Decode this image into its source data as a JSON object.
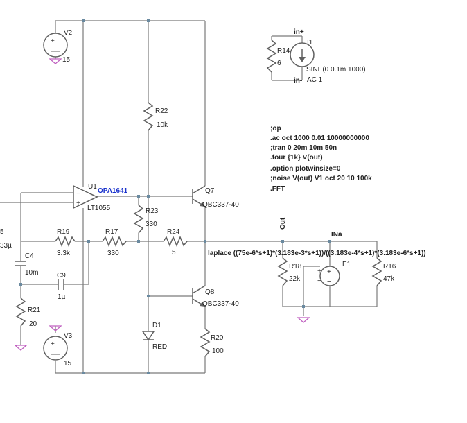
{
  "components": {
    "V2": {
      "name": "V2",
      "value": "15"
    },
    "V3": {
      "name": "V3",
      "value": "15"
    },
    "R22": {
      "name": "R22",
      "value": "10k"
    },
    "U1": {
      "name": "U1",
      "part": "OPA1641",
      "model": "LT1055"
    },
    "Q7": {
      "name": "Q7",
      "model": "QBC337-40"
    },
    "Q8": {
      "name": "Q8",
      "model": "QBC337-40"
    },
    "R23": {
      "name": "R23",
      "value": "330"
    },
    "R19": {
      "name": "R19",
      "value": "3.3k"
    },
    "R17": {
      "name": "R17",
      "value": "330"
    },
    "R24": {
      "name": "R24",
      "value": "5"
    },
    "C4": {
      "name": "C4",
      "value": "10m"
    },
    "C9": {
      "name": "C9",
      "value": "1µ"
    },
    "R21": {
      "name": "R21",
      "value": "20"
    },
    "D1": {
      "name": "D1",
      "value": "RED"
    },
    "R20": {
      "name": "R20",
      "value": "100"
    },
    "R14": {
      "name": "R14",
      "value": "6"
    },
    "I1": {
      "name": "I1",
      "value": "SINE(0 0.1m 1000)",
      "ac": "AC 1"
    },
    "R18": {
      "name": "R18",
      "value": "22k"
    },
    "R16": {
      "name": "R16",
      "value": "47k"
    },
    "E1": {
      "name": "E1",
      "node": "INa",
      "laplace": "laplace ((75e-6*s+1)*(3.183e-3*s+1))/((3.183e-4*s+1)*(3.183e-6*s+1))"
    }
  },
  "nets": {
    "out": "Out",
    "in_plus": "in+",
    "in_minus": "in-"
  },
  "partial_labels": {
    "left_a": "5",
    "left_b": "33µ"
  },
  "pins": {
    "plus": "+",
    "minus": "−"
  },
  "directives": [
    ";op",
    ".ac oct 1000 0.01 10000000000",
    ";tran 0 20m 10m 50n",
    ".four {1k}  V(out)",
    ".option plotwinsize=0",
    ";noise V(out) V1 oct 20 10 100k",
    ".FFT"
  ]
}
